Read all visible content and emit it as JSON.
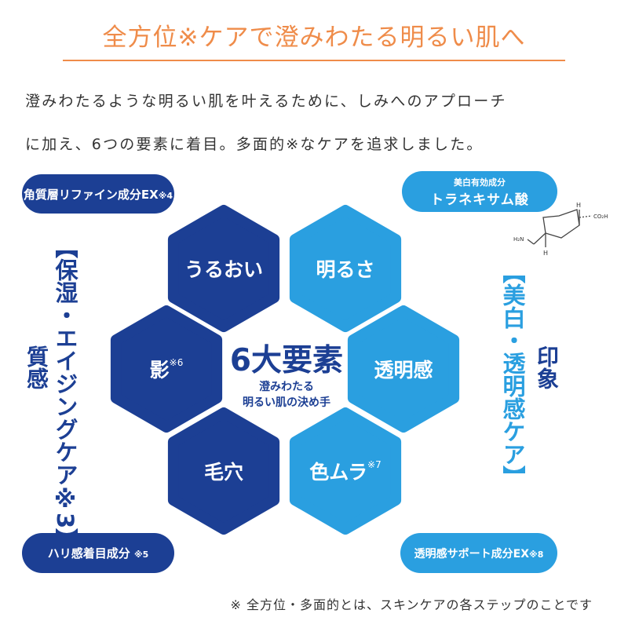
{
  "title": "全方位※ケアで澄みわたる明るい肌へ",
  "intro": {
    "line1": "澄みわたるような明るい肌を叶えるために、しみへのアプローチ",
    "line2": "に加え、6つの要素に着目。多面的※なケアを追求しました。"
  },
  "colors": {
    "accent": "#ef8c4a",
    "navy": "#1c3f94",
    "light_blue": "#2a9fe0"
  },
  "left": {
    "category": "【保湿・エイジングケア※3】",
    "theme": "質感",
    "pill_top": {
      "label": "角質層リファイン成分EX",
      "note": "※4"
    },
    "pill_bottom": {
      "label": "ハリ感着目成分",
      "note": "※5"
    }
  },
  "right": {
    "category": "【美白・透明感ケア】",
    "theme": "印象",
    "pill_top": {
      "sub": "美白有効成分",
      "label": "トラネキサム酸"
    },
    "pill_bottom": {
      "label": "透明感サポート成分EX",
      "note": "※8"
    },
    "molecule": {
      "h_top": "H",
      "h_bottom": "H",
      "acid": "CO₂H",
      "amine": "H₂N"
    }
  },
  "center": {
    "title": "6大要素",
    "sub1": "澄みわたる",
    "sub2": "明るい肌の決め手"
  },
  "hexagons": [
    {
      "label": "うるおい",
      "note": "",
      "color": "navy"
    },
    {
      "label": "明るさ",
      "note": "",
      "color": "light"
    },
    {
      "label": "影",
      "note": "※6",
      "color": "navy"
    },
    {
      "label": "透明感",
      "note": "",
      "color": "light"
    },
    {
      "label": "毛穴",
      "note": "",
      "color": "navy"
    },
    {
      "label": "色ムラ",
      "note": "※7",
      "color": "light"
    }
  ],
  "footnote": "※ 全方位・多面的とは、スキンケアの各ステップのことです"
}
